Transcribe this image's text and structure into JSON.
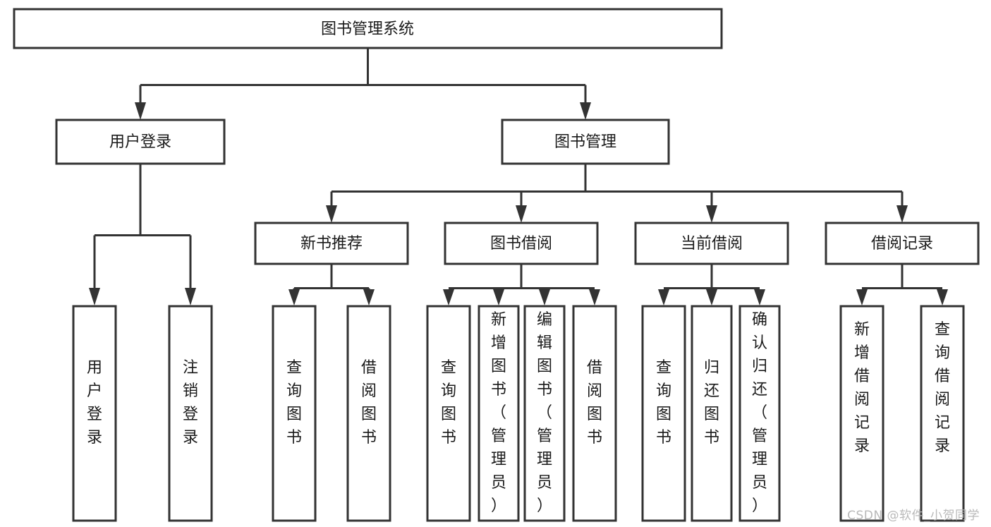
{
  "diagram": {
    "title": "图书管理系统",
    "type": "tree",
    "orientation": "top-down",
    "theme": {
      "box_fill": "#ffffff",
      "box_stroke": "#333333",
      "connector_color": "#333333",
      "text_color": "#1a1a1a",
      "background": "#ffffff",
      "watermark_color": "#b9b9b9"
    },
    "root": {
      "id": "root",
      "label": "图书管理系统",
      "orient": "horizontal"
    },
    "level2": [
      {
        "id": "user-login",
        "label": "用户登录",
        "orient": "horizontal"
      },
      {
        "id": "book-manage",
        "label": "图书管理",
        "orient": "horizontal"
      }
    ],
    "level3": [
      {
        "id": "new-book-recommend",
        "label": "新书推荐",
        "orient": "horizontal",
        "parent": "book-manage"
      },
      {
        "id": "book-borrow",
        "label": "图书借阅",
        "orient": "horizontal",
        "parent": "book-manage"
      },
      {
        "id": "current-borrow",
        "label": "当前借阅",
        "orient": "horizontal",
        "parent": "book-manage"
      },
      {
        "id": "borrow-record",
        "label": "借阅记录",
        "orient": "horizontal",
        "parent": "book-manage"
      }
    ],
    "leaves": [
      {
        "id": "leaf-user-login",
        "label": "用户登录",
        "orient": "vertical",
        "parent": "user-login"
      },
      {
        "id": "leaf-logout-login",
        "label": "注销登录",
        "orient": "vertical",
        "parent": "user-login"
      },
      {
        "id": "leaf-query-book-1",
        "label": "查询图书",
        "orient": "vertical",
        "parent": "new-book-recommend"
      },
      {
        "id": "leaf-borrow-book-1",
        "label": "借阅图书",
        "orient": "vertical",
        "parent": "new-book-recommend"
      },
      {
        "id": "leaf-query-book-2",
        "label": "查询图书",
        "orient": "vertical",
        "parent": "book-borrow"
      },
      {
        "id": "leaf-add-book",
        "label": "新增图书（管理员）",
        "orient": "vertical",
        "parent": "book-borrow"
      },
      {
        "id": "leaf-edit-book",
        "label": "编辑图书（管理员）",
        "orient": "vertical",
        "parent": "book-borrow"
      },
      {
        "id": "leaf-borrow-book-2",
        "label": "借阅图书",
        "orient": "vertical",
        "parent": "book-borrow"
      },
      {
        "id": "leaf-query-book-3",
        "label": "查询图书",
        "orient": "vertical",
        "parent": "current-borrow"
      },
      {
        "id": "leaf-return-book",
        "label": "归还图书",
        "orient": "vertical",
        "parent": "current-borrow"
      },
      {
        "id": "leaf-confirm-return",
        "label": "确认归还（管理员）",
        "orient": "vertical",
        "parent": "current-borrow"
      },
      {
        "id": "leaf-add-record",
        "label": "新增借阅记录",
        "orient": "vertical",
        "parent": "borrow-record"
      },
      {
        "id": "leaf-query-record",
        "label": "查询借阅记录",
        "orient": "vertical",
        "parent": "borrow-record"
      }
    ]
  },
  "watermark": {
    "text": "CSDN @软件_小贺同学"
  }
}
